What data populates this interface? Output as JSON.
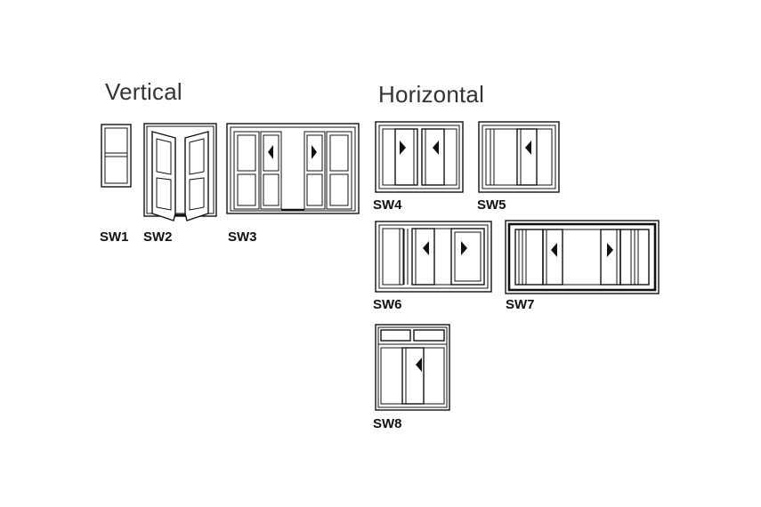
{
  "sections": {
    "vertical": {
      "title": "Vertical"
    },
    "horizontal": {
      "title": "Horizontal"
    }
  },
  "units": [
    {
      "id": "SW1",
      "label": "SW1"
    },
    {
      "id": "SW2",
      "label": "SW2"
    },
    {
      "id": "SW3",
      "label": "SW3"
    },
    {
      "id": "SW4",
      "label": "SW4"
    },
    {
      "id": "SW5",
      "label": "SW5"
    },
    {
      "id": "SW6",
      "label": "SW6"
    },
    {
      "id": "SW7",
      "label": "SW7"
    },
    {
      "id": "SW8",
      "label": "SW8"
    }
  ],
  "colors": {
    "line": "#111111",
    "heading": "#333333",
    "background": "#ffffff"
  }
}
